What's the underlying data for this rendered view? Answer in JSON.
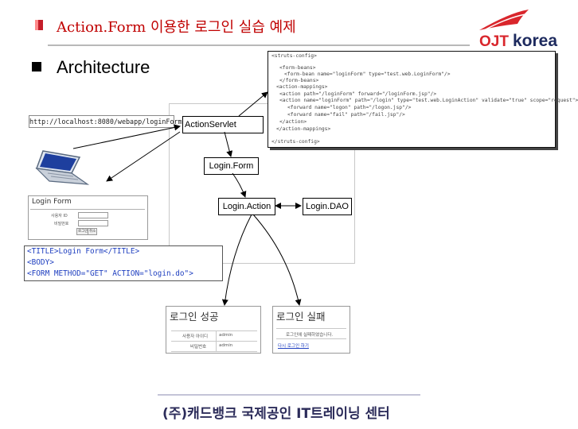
{
  "slide": {
    "title": "Action.Form 이용한 로그인 실습 예제",
    "section": "Architecture",
    "footer": "(주)캐드뱅크 국제공인 IT트레이닝 센터"
  },
  "logo": {
    "text_left": "OJT",
    "text_right": "korea",
    "colors": {
      "red": "#d9262c",
      "navy": "#1d2a5e"
    }
  },
  "browser": {
    "url": "http://localhost:8080/webapp/loginForm.do"
  },
  "components": {
    "servlet": "ActionServlet",
    "form": "Login.Form",
    "action": "Login.Action",
    "dao": "Login.DAO"
  },
  "struts_config": {
    "lines": [
      "<struts-config>",
      "<form-beans>",
      "<form-bean  name=\"loginForm\"        type=\"test.web.LoginForm\"/>",
      "</form-beans>",
      "<action-mappings>",
      "<action path=\"/loginForm\" forward=\"/loginForm.jsp\"/>",
      "<action name=\"loginForm\" path=\"/login\" type=\"test.web.LoginAction\" validate=\"true\" scope=\"request\">",
      "<forward name=\"logon\" path=\"/logon.jsp\"/>",
      "<forward name=\"fail\"  path=\"/fail.jsp\"/>",
      "</action>",
      "</action-mappings>",
      "</struts-config>"
    ]
  },
  "login_form_window": {
    "title": "Login Form",
    "id_label": "사용자 ID",
    "pw_label": "비밀번호",
    "submit_label": "로그인",
    "reset_label": "취소"
  },
  "code": {
    "line1": "<TITLE>Login Form</TITLE>",
    "line2": "<BODY>",
    "line3": "<FORM METHOD=\"GET\" ACTION=\"login.do\">"
  },
  "success_window": {
    "title": "로그인 성공",
    "row1_label": "사용자 아이디",
    "row1_value": "admin",
    "row2_label": "비밀번호",
    "row2_value": "admin"
  },
  "fail_window": {
    "title": "로그인 실패",
    "message": "로그인에 실패하였습니다.",
    "retry_link": "다시 로그인 하기"
  },
  "colors": {
    "title": "#c00000",
    "code": "#2040c0",
    "footer": "#2c2c5a"
  }
}
